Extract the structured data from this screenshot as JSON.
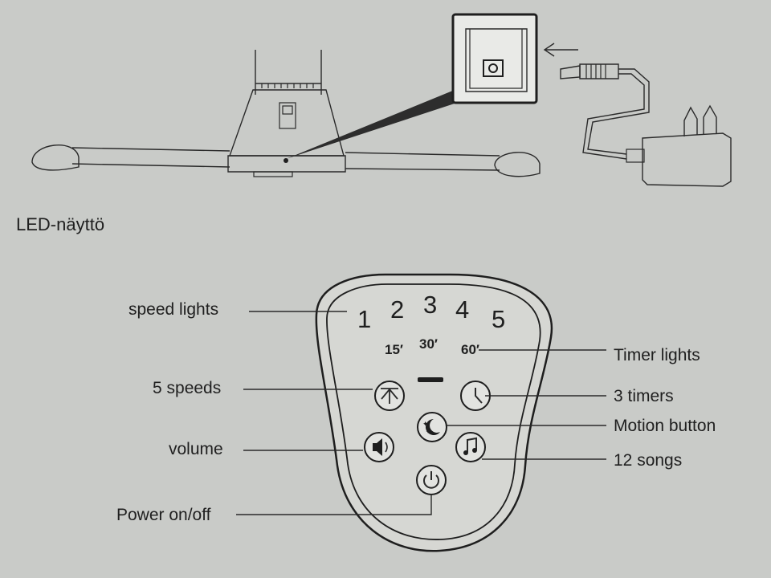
{
  "section_title": "LED-näyttö",
  "panel": {
    "speed_digits": [
      "1",
      "2",
      "3",
      "4",
      "5"
    ],
    "timer_values": [
      "15′",
      "30′",
      "60′"
    ]
  },
  "labels": {
    "speed_lights": "speed lights",
    "five_speeds": "5 speeds",
    "volume": "volume",
    "power": "Power on/off",
    "timer_lights": "Timer lights",
    "three_timers": "3 timers",
    "motion_button": "Motion button",
    "twelve_songs": "12 songs"
  },
  "icons": {
    "speed": "fan-icon",
    "timer": "clock-icon",
    "motion": "moon-stars-icon",
    "volume": "speaker-icon",
    "songs": "music-note-icon",
    "power": "power-icon"
  },
  "colors": {
    "paper": "#c9cbc8",
    "ink": "#1f1f1f",
    "panel_fill": "#d6d7d3"
  }
}
